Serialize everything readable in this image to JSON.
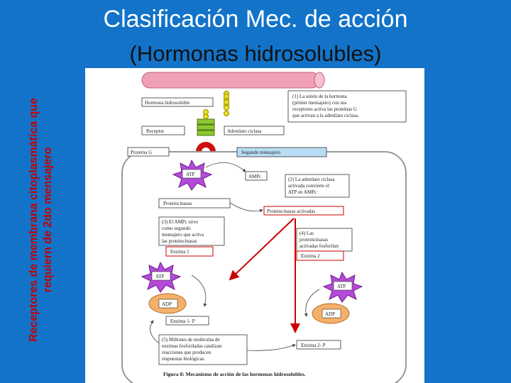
{
  "title": "Clasificación Mec. de acción",
  "subtitle": "(Hormonas hidrosolubles)",
  "side_label_line1": "Receptores de membrana citoplasmática que",
  "side_label_line2": "requiern de 2do mensajero",
  "figure": {
    "labels": {
      "hormona": "Hormona hidrosoluble",
      "receptor": "Receptor",
      "adenilato": "Adenilato ciclasa",
      "proteina_g": "Proteína G",
      "segundo": "Segundo mensajero",
      "atp1": "ATP",
      "ampc": "AMPc",
      "proteincinasas": "Proteincinasas",
      "proteincinasas_act": "Proteincinasas activadas",
      "enzima1": "Enzima 1",
      "enzima2": "Enzima 2",
      "atp2": "ATP",
      "adp2": "ADP",
      "atp3": "ATP",
      "adp3": "ADP",
      "enzima1p": "Enzima 1- P",
      "enzima2p": "Enzima 2- P"
    },
    "notes": {
      "n1": [
        "(1) La unión de la hormona",
        "(primer mensajero) con sus",
        "receptores activa las proteínas G",
        "que activan a la adenilato ciclasa."
      ],
      "n2": [
        "(2) La adenilato ciclasa",
        "activada convierte el",
        "ATP en AMPc"
      ],
      "n3": [
        "(3) El AMPc sirve",
        "como segundo",
        "mensajero que activa",
        "las proteincinasas"
      ],
      "n4": [
        "(4) Las",
        "proteincinasas",
        "activadas fosforilan"
      ],
      "n5": [
        "(5) Millones de moléculas de",
        "enzimas fosforiladas catalizan",
        "reacciones que producen",
        "respuestas biológicas."
      ]
    },
    "caption": "Figura 8: Mecanismo de acción de las hormonas hidrosolubles."
  },
  "colors": {
    "background": "#1273c8",
    "red": "#cc0000",
    "pink": "#f0a0b4",
    "purple": "#b54ad8",
    "orange": "#f5b06a",
    "yellow": "#e8e020",
    "green": "#8cc830",
    "blue_box": "#b8dcf4"
  }
}
